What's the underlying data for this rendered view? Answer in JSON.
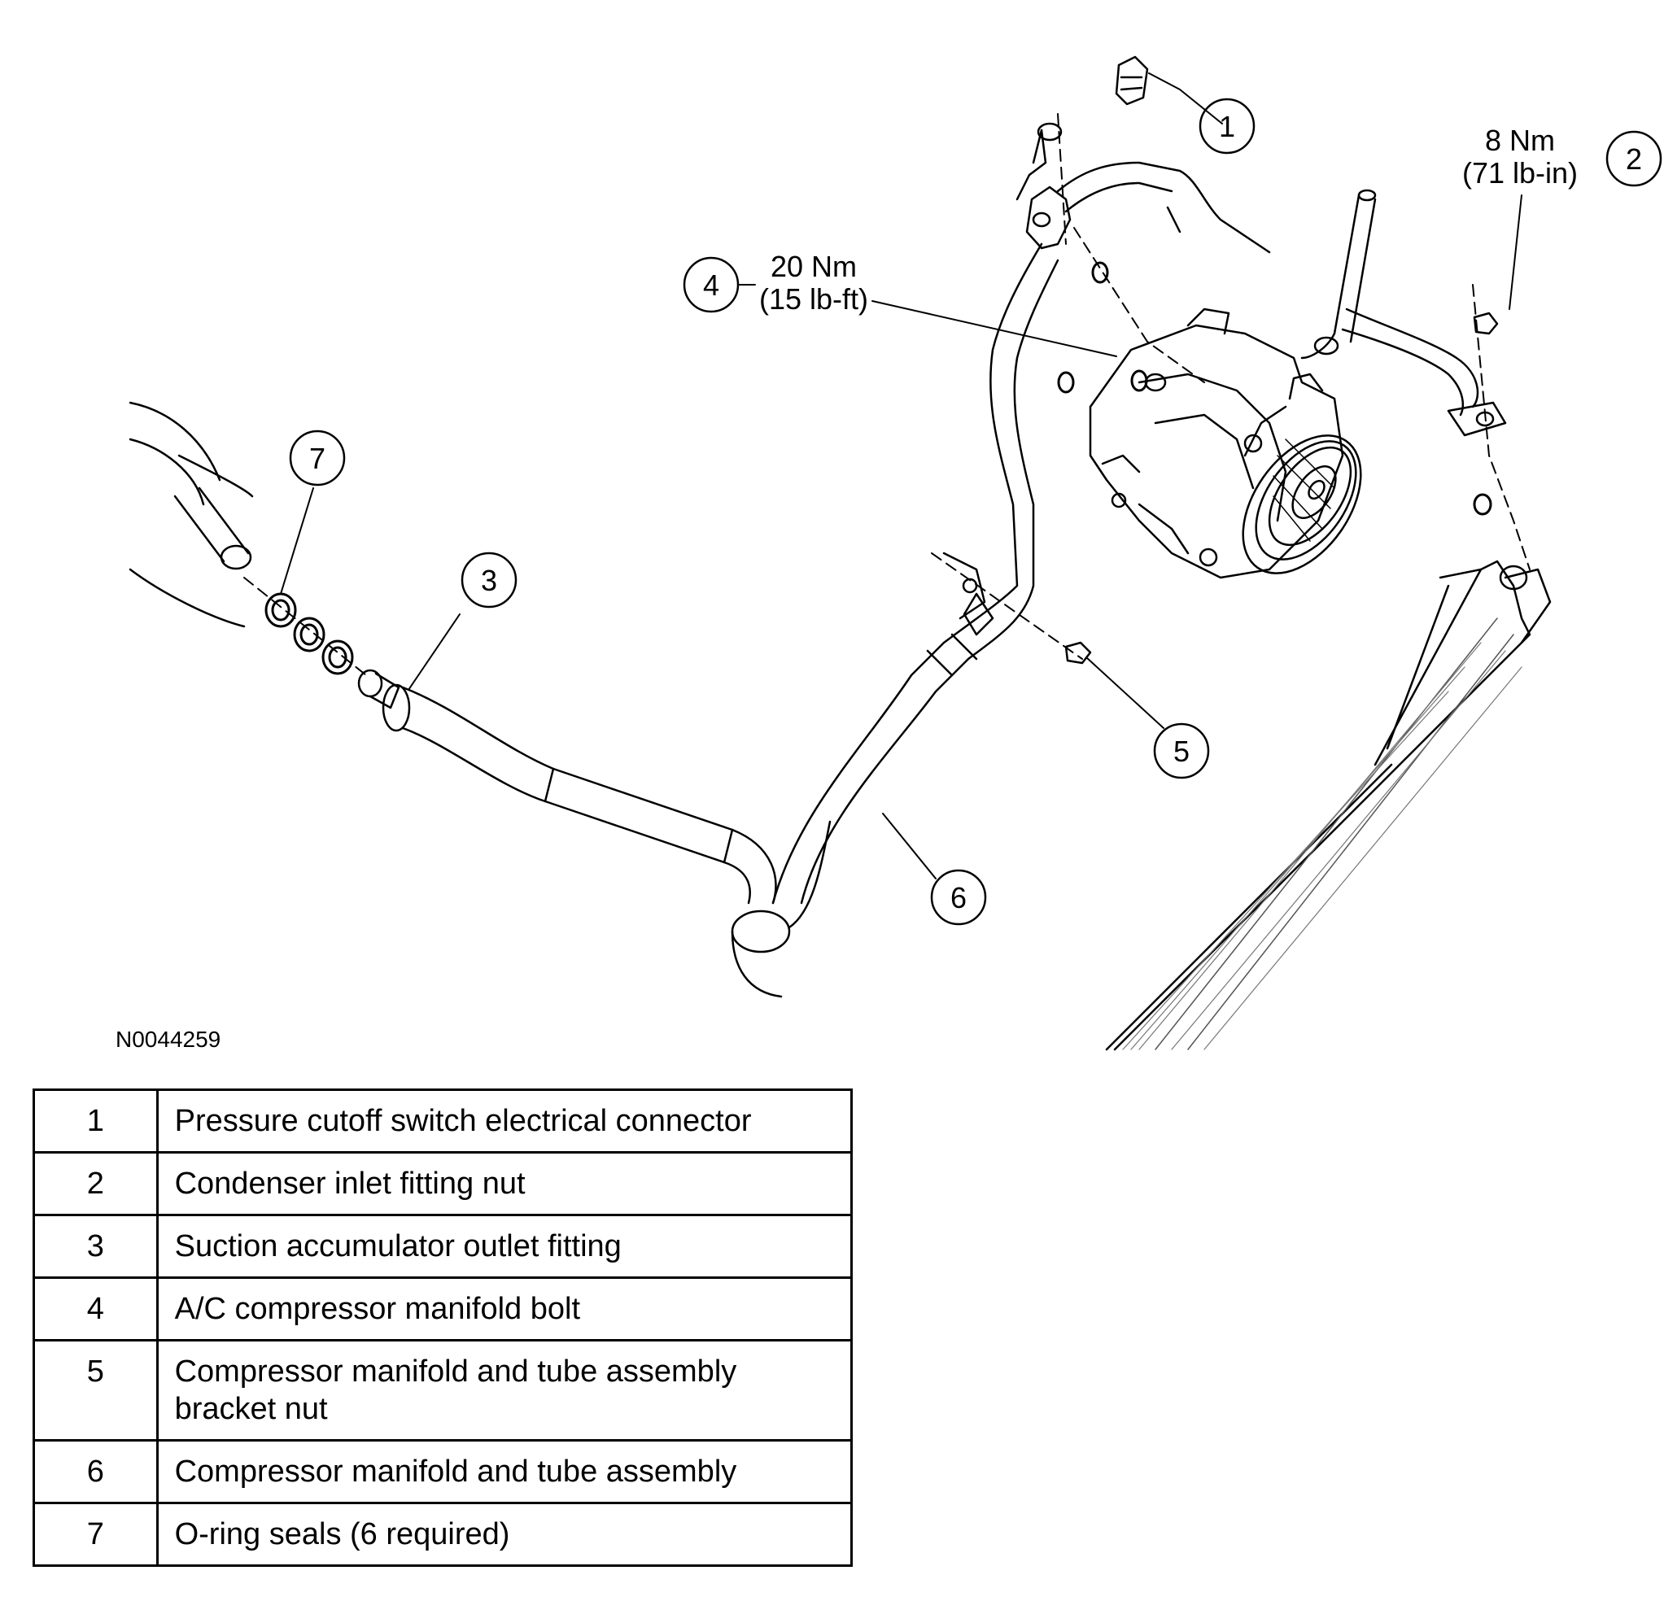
{
  "figure_id": "N0044259",
  "callouts": {
    "c1": "1",
    "c2": "2",
    "c3": "3",
    "c4": "4",
    "c5": "5",
    "c6": "6",
    "c7": "7"
  },
  "torque_specs": {
    "item2_nm": "8 Nm",
    "item2_imperial": "(71 lb-in)",
    "item4_nm": "20 Nm",
    "item4_imperial": "(15 lb-ft)"
  },
  "legend": [
    {
      "num": "1",
      "desc": "Pressure cutoff switch electrical connector"
    },
    {
      "num": "2",
      "desc": "Condenser inlet fitting nut"
    },
    {
      "num": "3",
      "desc": "Suction accumulator outlet fitting"
    },
    {
      "num": "4",
      "desc": "A/C compressor manifold bolt"
    },
    {
      "num": "5",
      "desc": "Compressor manifold and tube assembly bracket nut"
    },
    {
      "num": "6",
      "desc": "Compressor manifold and tube assembly"
    },
    {
      "num": "7",
      "desc": "O-ring seals (6 required)"
    }
  ]
}
